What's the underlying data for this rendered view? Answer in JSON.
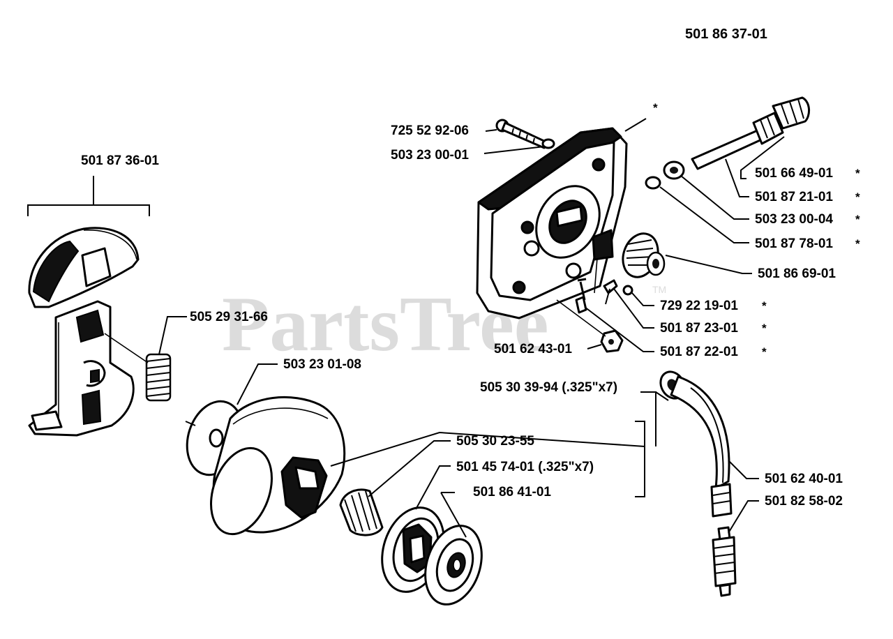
{
  "diagram_id": "501 86 37-01",
  "watermark": "PartsTree",
  "watermark_tm": "TM",
  "labels": {
    "shoes_assembly": "501 87 36-01",
    "spring": "505 29 31-66",
    "washer": "503 23 01-08",
    "screw_top": "725 52 92-06",
    "washer_top": "503 23 00-01",
    "star_top": "*",
    "pump_shaft": "501 66 49-01",
    "pump_piston": "501 87 21-01",
    "washer_04": "503 23 00-04",
    "seal_78": "501 87 78-01",
    "worm_gear": "501 86 69-01",
    "screw_729": "729 22 19-01",
    "part_23": "501 87 23-01",
    "part_22": "501 87 22-01",
    "nut_43": "501 62 43-01",
    "drum_kit": "505 30 39-94 (.325\"x7)",
    "bearing": "505 30 23-55",
    "sprocket": "501 45 74-01 (.325\"x7)",
    "rim": "501 86 41-01",
    "oil_hose": "501 62 40-01",
    "fitting": "501 82 58-02"
  },
  "asterisk": "*"
}
